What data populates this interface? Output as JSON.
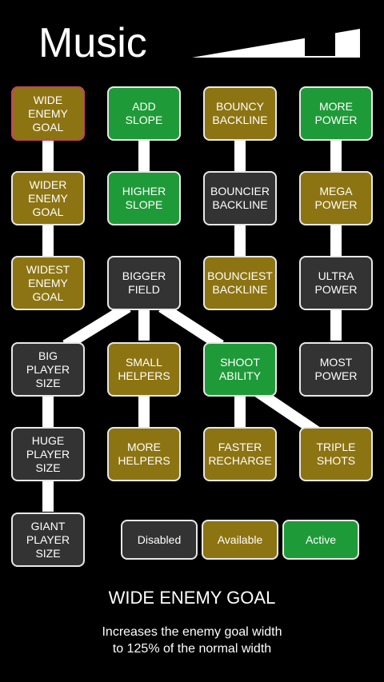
{
  "header": {
    "title": "Music",
    "volume_level": 0.82
  },
  "colors": {
    "available": "#8c7412",
    "active": "#1f9a38",
    "disabled": "#333333",
    "selected_border": "#c4426a",
    "link": "#ffffff"
  },
  "tree": {
    "wide_enemy_goal": [
      "WIDE",
      "ENEMY",
      "GOAL"
    ],
    "wider_enemy_goal": [
      "WIDER",
      "ENEMY",
      "GOAL"
    ],
    "widest_enemy_goal": [
      "WIDEST",
      "ENEMY",
      "GOAL"
    ],
    "big_player_size": [
      "BIG",
      "PLAYER",
      "SIZE"
    ],
    "huge_player_size": [
      "HUGE",
      "PLAYER",
      "SIZE"
    ],
    "giant_player_size": [
      "GIANT",
      "PLAYER",
      "SIZE"
    ],
    "add_slope": [
      "ADD",
      "SLOPE"
    ],
    "higher_slope": [
      "HIGHER",
      "SLOPE"
    ],
    "bigger_field": [
      "BIGGER",
      "FIELD"
    ],
    "small_helpers": [
      "SMALL",
      "HELPERS"
    ],
    "more_helpers": [
      "MORE",
      "HELPERS"
    ],
    "bouncy_backline": [
      "BOUNCY",
      "BACKLINE"
    ],
    "bouncier_backline": [
      "BOUNCIER",
      "BACKLINE"
    ],
    "bounciest_backline": [
      "BOUNCIEST",
      "BACKLINE"
    ],
    "shoot_ability": [
      "SHOOT",
      "ABILITY"
    ],
    "faster_recharge": [
      "FASTER",
      "RECHARGE"
    ],
    "more_power": [
      "MORE",
      "POWER"
    ],
    "mega_power": [
      "MEGA",
      "POWER"
    ],
    "ultra_power": [
      "ULTRA",
      "POWER"
    ],
    "most_power": [
      "MOST",
      "POWER"
    ],
    "triple_shots": [
      "TRIPLE",
      "SHOTS"
    ]
  },
  "legend": {
    "disabled": "Disabled",
    "available": "Available",
    "active": "Active"
  },
  "info": {
    "title": "WIDE ENEMY GOAL",
    "description_line1": "Increases the enemy goal width",
    "description_line2": "to 125% of the normal width"
  }
}
